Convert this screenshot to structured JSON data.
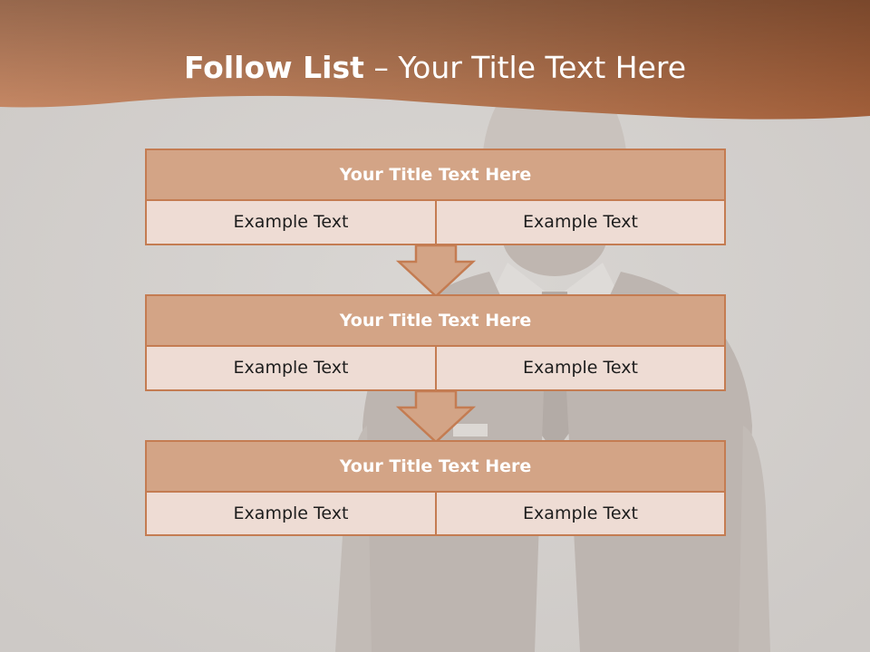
{
  "slide": {
    "title_bold": "Follow List",
    "title_dash": "–",
    "title_rest": "Your Title Text Here",
    "colors": {
      "header_band": "#b86e44",
      "box_border": "#c47c52",
      "box_header_fill": "#d3a486",
      "box_cell_fill": "#eedcd4",
      "background": "#d3d0cd"
    }
  },
  "steps": [
    {
      "title": "Your Title Text Here",
      "left_text": "Example Text",
      "right_text": "Example Text"
    },
    {
      "title": "Your Title Text Here",
      "left_text": "Example Text",
      "right_text": "Example Text"
    },
    {
      "title": "Your Title Text Here",
      "left_text": "Example Text",
      "right_text": "Example Text"
    }
  ],
  "icons": {
    "connector": "down-arrow-icon"
  }
}
